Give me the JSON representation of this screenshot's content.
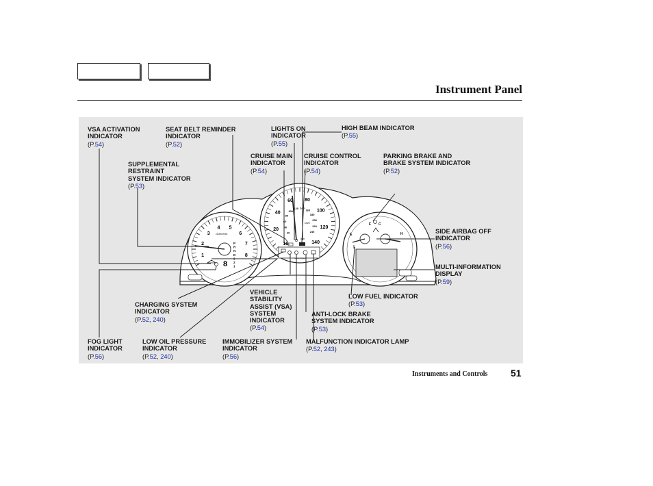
{
  "header": {
    "title": "Instrument Panel"
  },
  "labels": [
    {
      "id": "vsa",
      "lines": [
        "VSA ACTIVATION",
        "INDICATOR"
      ],
      "pages": [
        "54"
      ]
    },
    {
      "id": "seatbelt",
      "lines": [
        "SEAT BELT REMINDER",
        "INDICATOR"
      ],
      "pages": [
        "52"
      ]
    },
    {
      "id": "lights",
      "lines": [
        "LIGHTS ON",
        "INDICATOR"
      ],
      "pages": [
        "55"
      ]
    },
    {
      "id": "highbeam",
      "lines": [
        "HIGH BEAM INDICATOR"
      ],
      "pages": [
        "55"
      ]
    },
    {
      "id": "srs",
      "lines": [
        "SUPPLEMENTAL",
        "RESTRAINT",
        "SYSTEM INDICATOR"
      ],
      "pages": [
        "53"
      ]
    },
    {
      "id": "cruisemain",
      "lines": [
        "CRUISE MAIN",
        "INDICATOR"
      ],
      "pages": [
        "54"
      ]
    },
    {
      "id": "cruisecontrol",
      "lines": [
        "CRUISE CONTROL",
        "INDICATOR"
      ],
      "pages": [
        "54"
      ]
    },
    {
      "id": "parking",
      "lines": [
        "PARKING BRAKE AND",
        "BRAKE SYSTEM INDICATOR"
      ],
      "pages": [
        "52"
      ]
    },
    {
      "id": "sideairbag",
      "lines": [
        "SIDE AIRBAG OFF",
        "INDICATOR"
      ],
      "pages": [
        "56"
      ]
    },
    {
      "id": "multiinfo",
      "lines": [
        "MULTI-INFORMATION",
        "DISPLAY"
      ],
      "pages": [
        "59"
      ]
    },
    {
      "id": "charging",
      "lines": [
        "CHARGING SYSTEM",
        "INDICATOR"
      ],
      "pages": [
        "52",
        "240"
      ]
    },
    {
      "id": "vsasystem",
      "lines": [
        "VEHICLE",
        "STABILITY",
        "ASSIST (VSA)",
        "SYSTEM",
        "INDICATOR"
      ],
      "pages": [
        "54"
      ]
    },
    {
      "id": "lowfuel",
      "lines": [
        "LOW FUEL INDICATOR"
      ],
      "pages": [
        "53"
      ]
    },
    {
      "id": "abs",
      "lines": [
        "ANTI-LOCK BRAKE",
        "SYSTEM INDICATOR"
      ],
      "pages": [
        "53"
      ]
    },
    {
      "id": "fog",
      "lines": [
        "FOG LIGHT",
        "INDICATOR"
      ],
      "pages": [
        "56"
      ]
    },
    {
      "id": "oil",
      "lines": [
        "LOW OIL PRESSURE",
        "INDICATOR"
      ],
      "pages": [
        "52",
        "240"
      ]
    },
    {
      "id": "immobilizer",
      "lines": [
        "IMMOBILIZER SYSTEM",
        "INDICATOR"
      ],
      "pages": [
        "56"
      ]
    },
    {
      "id": "mil",
      "lines": [
        "MALFUNCTION INDICATOR LAMP"
      ],
      "pages": [
        "52",
        "243"
      ]
    }
  ],
  "gauges": {
    "tach_numbers": [
      "1",
      "2",
      "3",
      "4",
      "5",
      "6",
      "7",
      "8"
    ],
    "tach_unit": "x1000r/min",
    "speedo_mph": [
      "10",
      "20",
      "40",
      "60",
      "80",
      "100",
      "120",
      "140"
    ],
    "speedo_kmh": [
      "20",
      "40",
      "60",
      "80",
      "100",
      "120",
      "140",
      "160",
      "180",
      "200",
      "220",
      "240"
    ],
    "speedo_unit": "km/h",
    "gear_letters": [
      "P",
      "R",
      "N",
      "D",
      "3",
      "2",
      "1"
    ],
    "odometer": "8",
    "fuel_marks": [
      "E",
      "F"
    ],
    "temp_marks": [
      "C",
      "H"
    ]
  },
  "footer": {
    "section": "Instruments and Controls",
    "page": "51"
  },
  "ref_prefix": "(P.",
  "ref_suffix": ")",
  "ref_separator": ", "
}
